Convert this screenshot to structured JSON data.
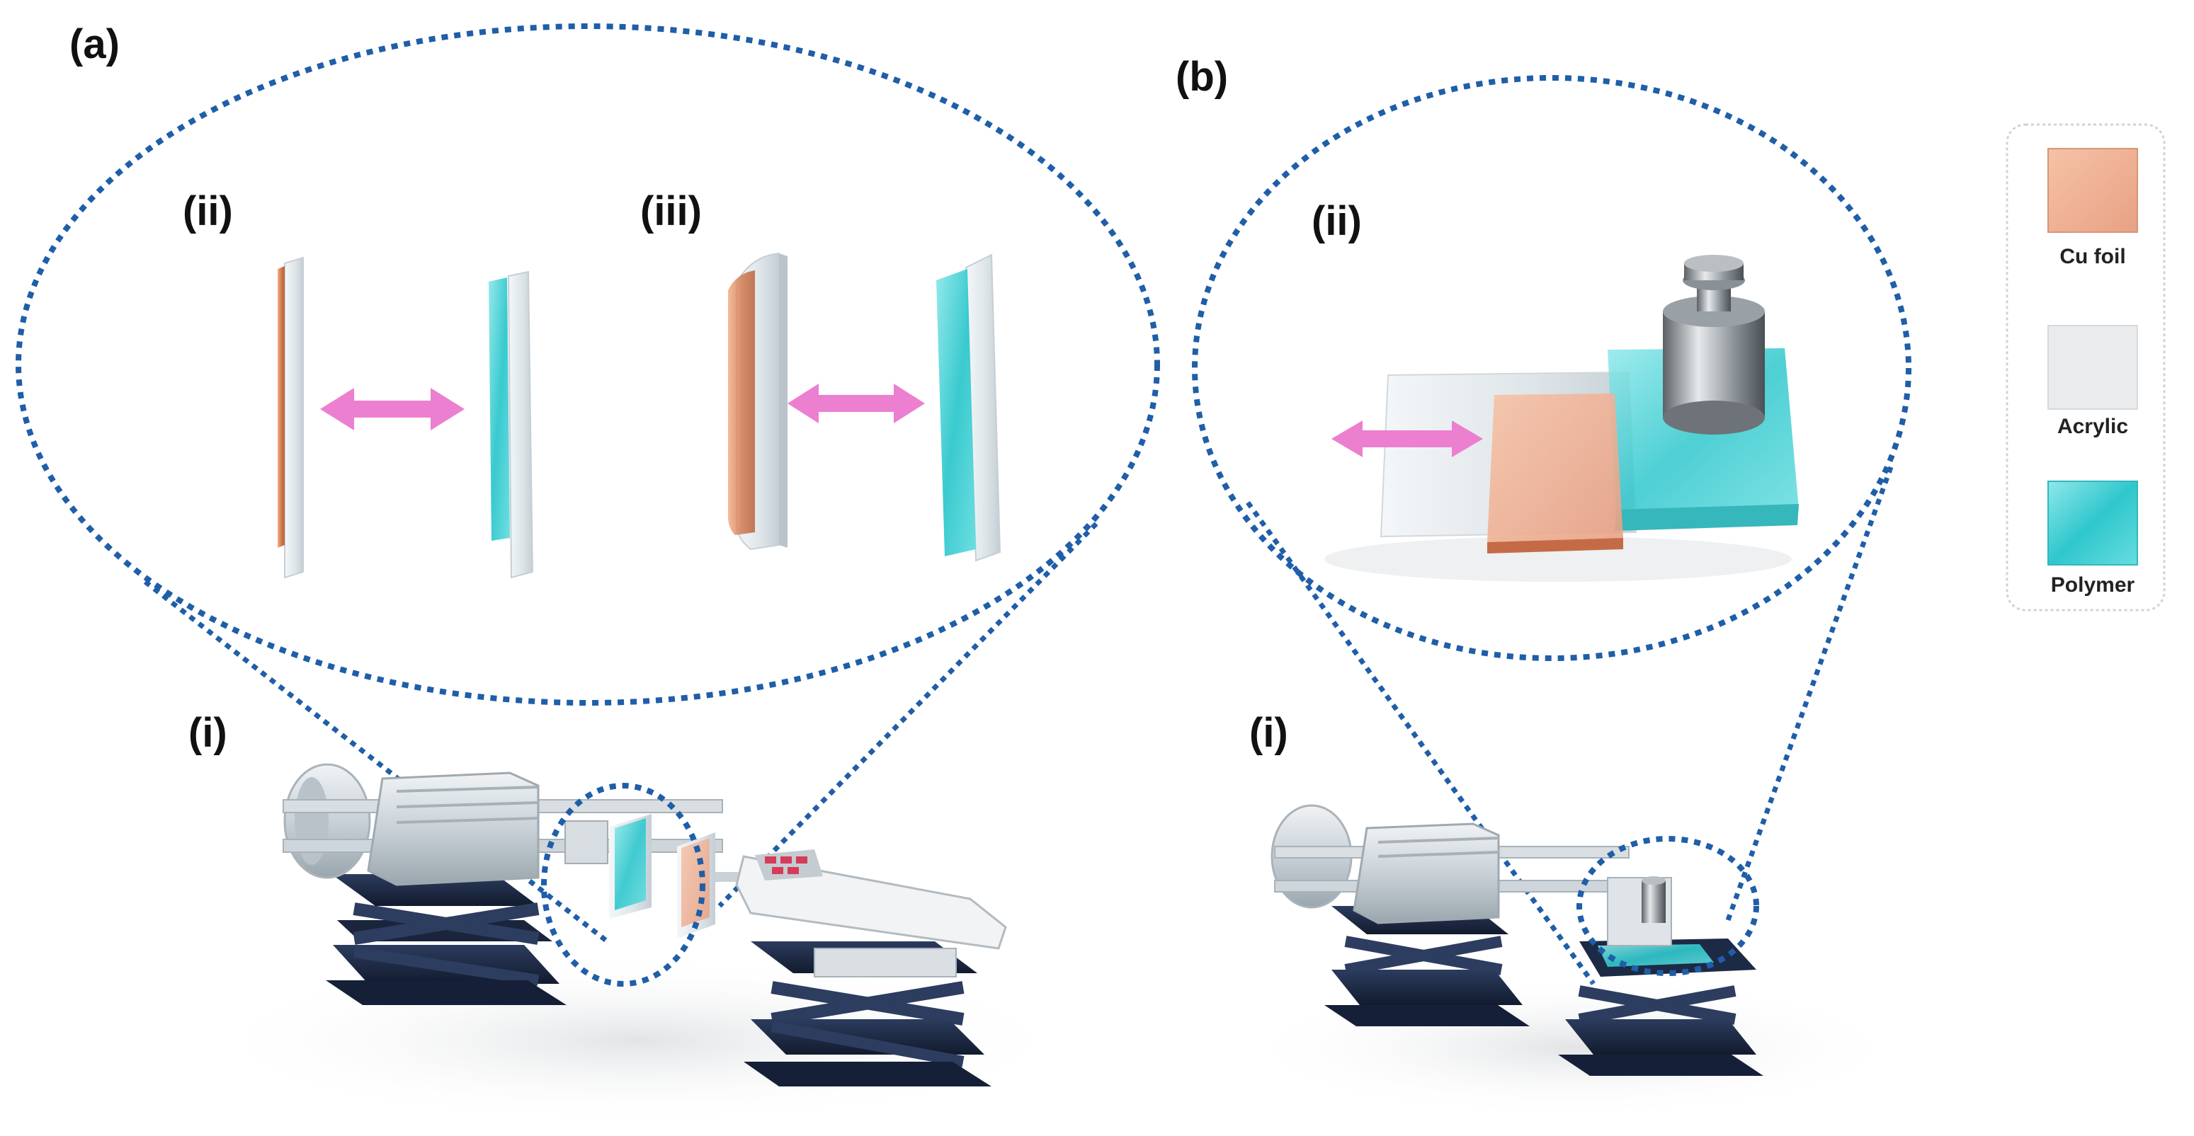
{
  "panels": {
    "a": {
      "label": "(a)",
      "sub_labels": {
        "ii": "(ii)",
        "iii": "(iii)",
        "i": "(i)"
      }
    },
    "b": {
      "label": "(b)",
      "sub_labels": {
        "ii": "(ii)",
        "i": "(i)"
      }
    }
  },
  "legend": {
    "items": [
      {
        "label": "Cu foil",
        "color": "#e39a72"
      },
      {
        "label": "Acrylic",
        "color": "#e6e8ea"
      },
      {
        "label": "Polymer",
        "color": "#49d3d6"
      }
    ]
  },
  "colors": {
    "dotted_line": "#1f5ea8",
    "arrow": "#ec7fcf",
    "copper": "#d98a62",
    "polymer": "#3fcfd2",
    "acrylic": "#dfe6ea",
    "stand": "#1c2a45",
    "metal": "#cfd6dc"
  }
}
